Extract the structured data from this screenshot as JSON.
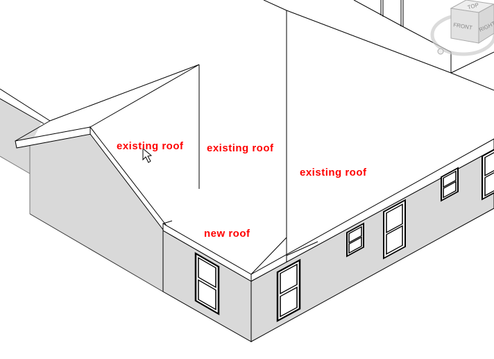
{
  "view": {
    "labels": {
      "existing_roof_left": "existing roof",
      "existing_roof_center": "existing roof",
      "existing_roof_right": "existing roof",
      "new_roof": "new roof"
    },
    "viewcube": {
      "top": "TOP",
      "front": "FRONT",
      "right": "RIGHT"
    },
    "colors": {
      "annotation": "#ff0000",
      "wall": "#d9d9d9",
      "line": "#000000"
    }
  }
}
